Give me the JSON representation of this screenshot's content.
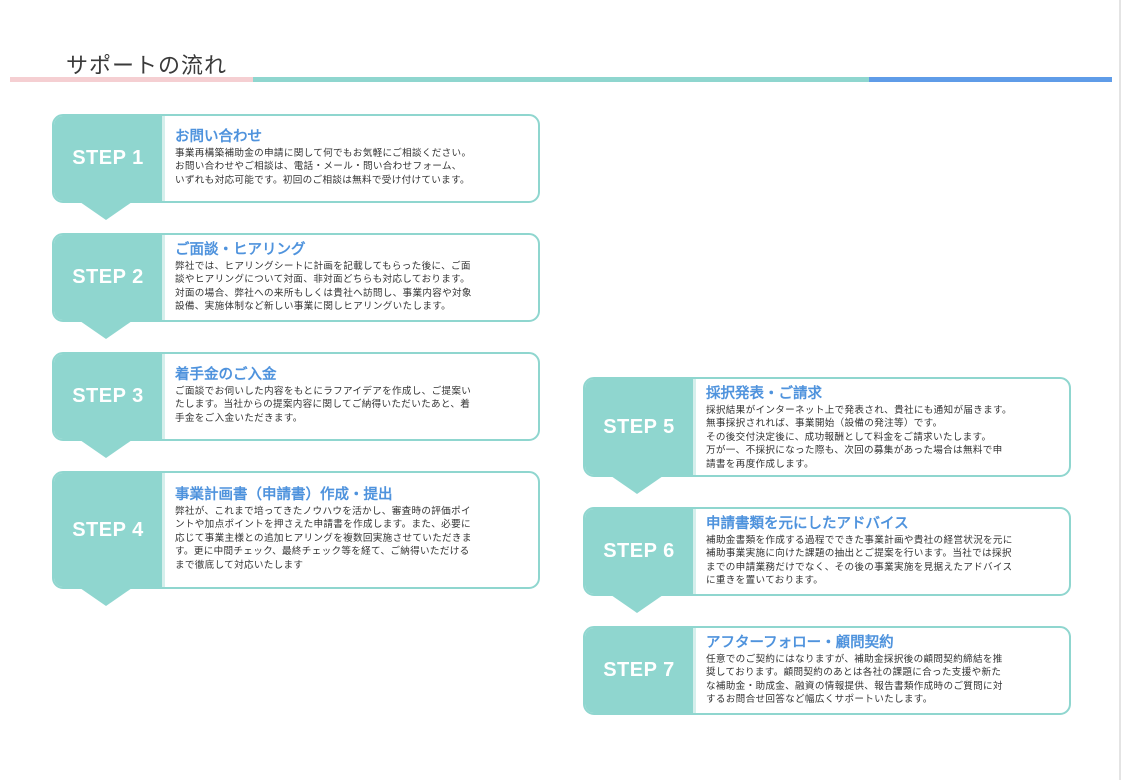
{
  "title": "サポートの流れ",
  "colors": {
    "accent_teal": "#8fd6cf",
    "accent_pink": "#f5cfd2",
    "accent_blue": "#5f9ce8",
    "heading_blue": "#4f93dd"
  },
  "steps": [
    {
      "label": "STEP 1",
      "heading": "お問い合わせ",
      "lines": [
        "事業再構築補助金の申請に関して何でもお気軽にご相談ください。",
        "お問い合わせやご相談は、電話・メール・問い合わせフォーム、",
        "いずれも対応可能です。初回のご相談は無料で受け付けています。"
      ]
    },
    {
      "label": "STEP 2",
      "heading": "ご面談・ヒアリング",
      "lines": [
        "弊社では、ヒアリングシートに計画を記載してもらった後に、ご面",
        "談やヒアリングについて対面、非対面どちらも対応しております。",
        "対面の場合、弊社への来所もしくは貴社へ訪問し、事業内容や対象",
        "設備、実施体制など新しい事業に関しヒアリングいたします。"
      ]
    },
    {
      "label": "STEP 3",
      "heading": "着手金のご入金",
      "lines": [
        "ご面談でお伺いした内容をもとにラフアイデアを作成し、ご提案い",
        "たします。当社からの提案内容に関してご納得いただいたあと、着",
        "手金をご入金いただきます。"
      ]
    },
    {
      "label": "STEP 4",
      "heading": "事業計画書（申請書）作成・提出",
      "lines": [
        "弊社が、これまで培ってきたノウハウを活かし、審査時の評価ポイ",
        "ントや加点ポイントを押さえた申請書を作成します。また、必要に",
        "応じて事業主様との追加ヒアリングを複数回実施させていただきま",
        "す。更に中間チェック、最終チェック等を経て、ご納得いただける",
        "まで徹底して対応いたします"
      ]
    },
    {
      "label": "STEP 5",
      "heading": "採択発表・ご請求",
      "lines": [
        "採択結果がインターネット上で発表され、貴社にも通知が届きます。",
        "無事採択されれば、事業開始（設備の発注等）です。",
        "その後交付決定後に、成功報酬として料金をご請求いたします。",
        "万が一、不採択になった際も、次回の募集があった場合は無料で申",
        "請書を再度作成します。"
      ]
    },
    {
      "label": "STEP 6",
      "heading": "申請書類を元にしたアドバイス",
      "lines": [
        "補助金書類を作成する過程でできた事業計画や貴社の経営状況を元に",
        "補助事業実施に向けた課題の抽出とご提案を行います。当社では採択",
        "までの申請業務だけでなく、その後の事業実施を見据えたアドバイス",
        "に重きを置いております。"
      ]
    },
    {
      "label": "STEP 7",
      "heading": "アフターフォロー・顧問契約",
      "lines": [
        "任意でのご契約にはなりますが、補助金採択後の顧問契約締結を推",
        "奨しております。顧問契約のあとは各社の課題に合った支援や新た",
        "な補助金・助成金、融資の情報提供、報告書類作成時のご質問に対",
        "するお問合せ回答など幅広くサポートいたします。"
      ]
    }
  ]
}
